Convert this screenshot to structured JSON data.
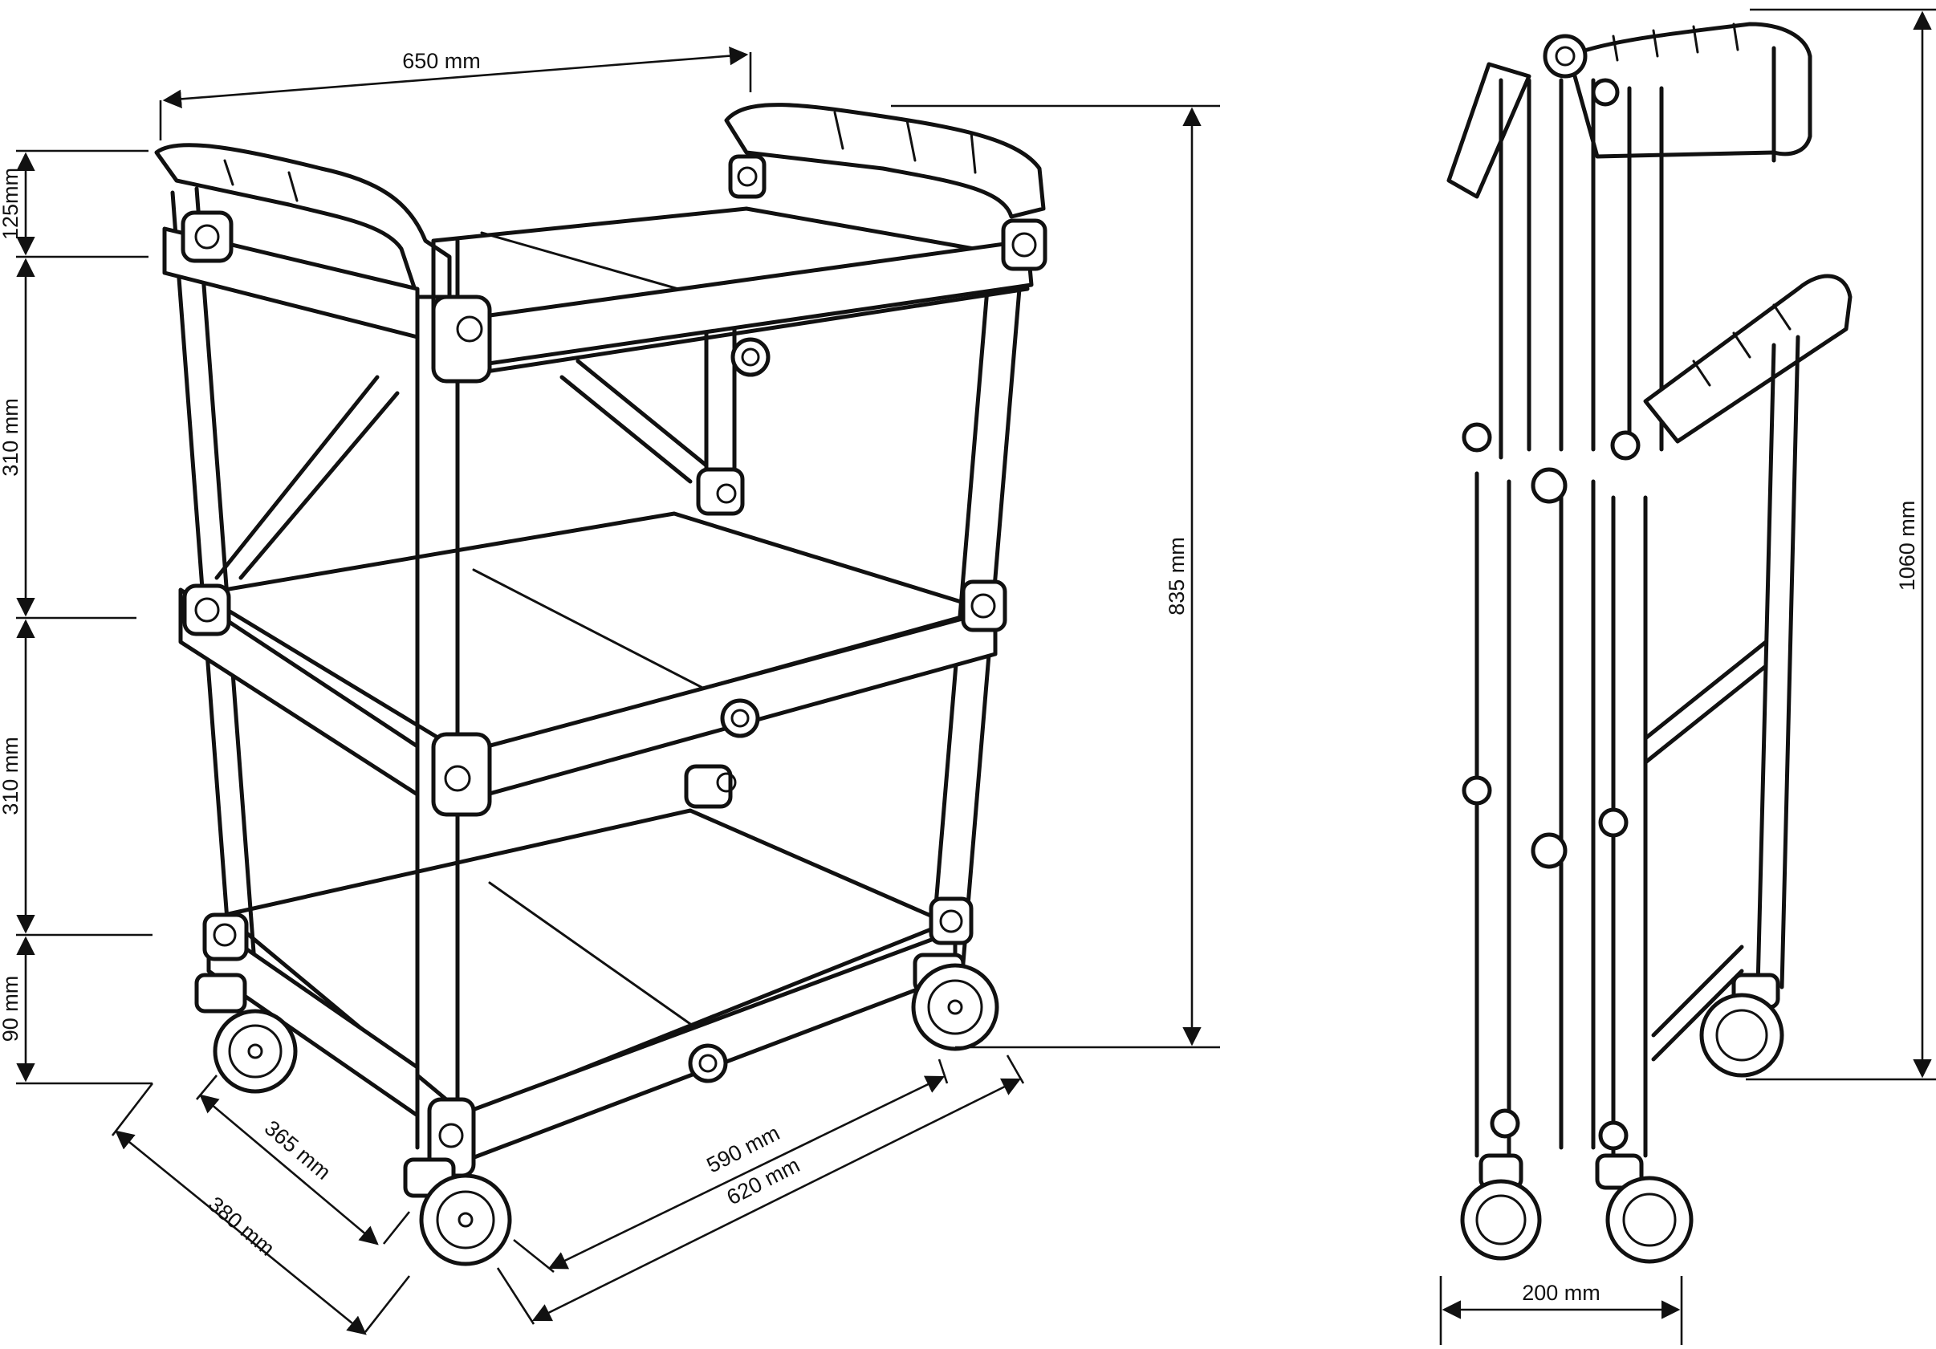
{
  "dimensions": {
    "width_top": "650 mm",
    "height_handle": "125mm",
    "height_upper": "310 mm",
    "height_middle": "310 mm",
    "height_wheel": "90 mm",
    "total_height": "835 mm",
    "depth_inner": "365 mm",
    "depth_outer": "380 mm",
    "length_inner": "590 mm",
    "length_outer": "620 mm",
    "folded_height": "1060 mm",
    "folded_width": "200 mm"
  }
}
